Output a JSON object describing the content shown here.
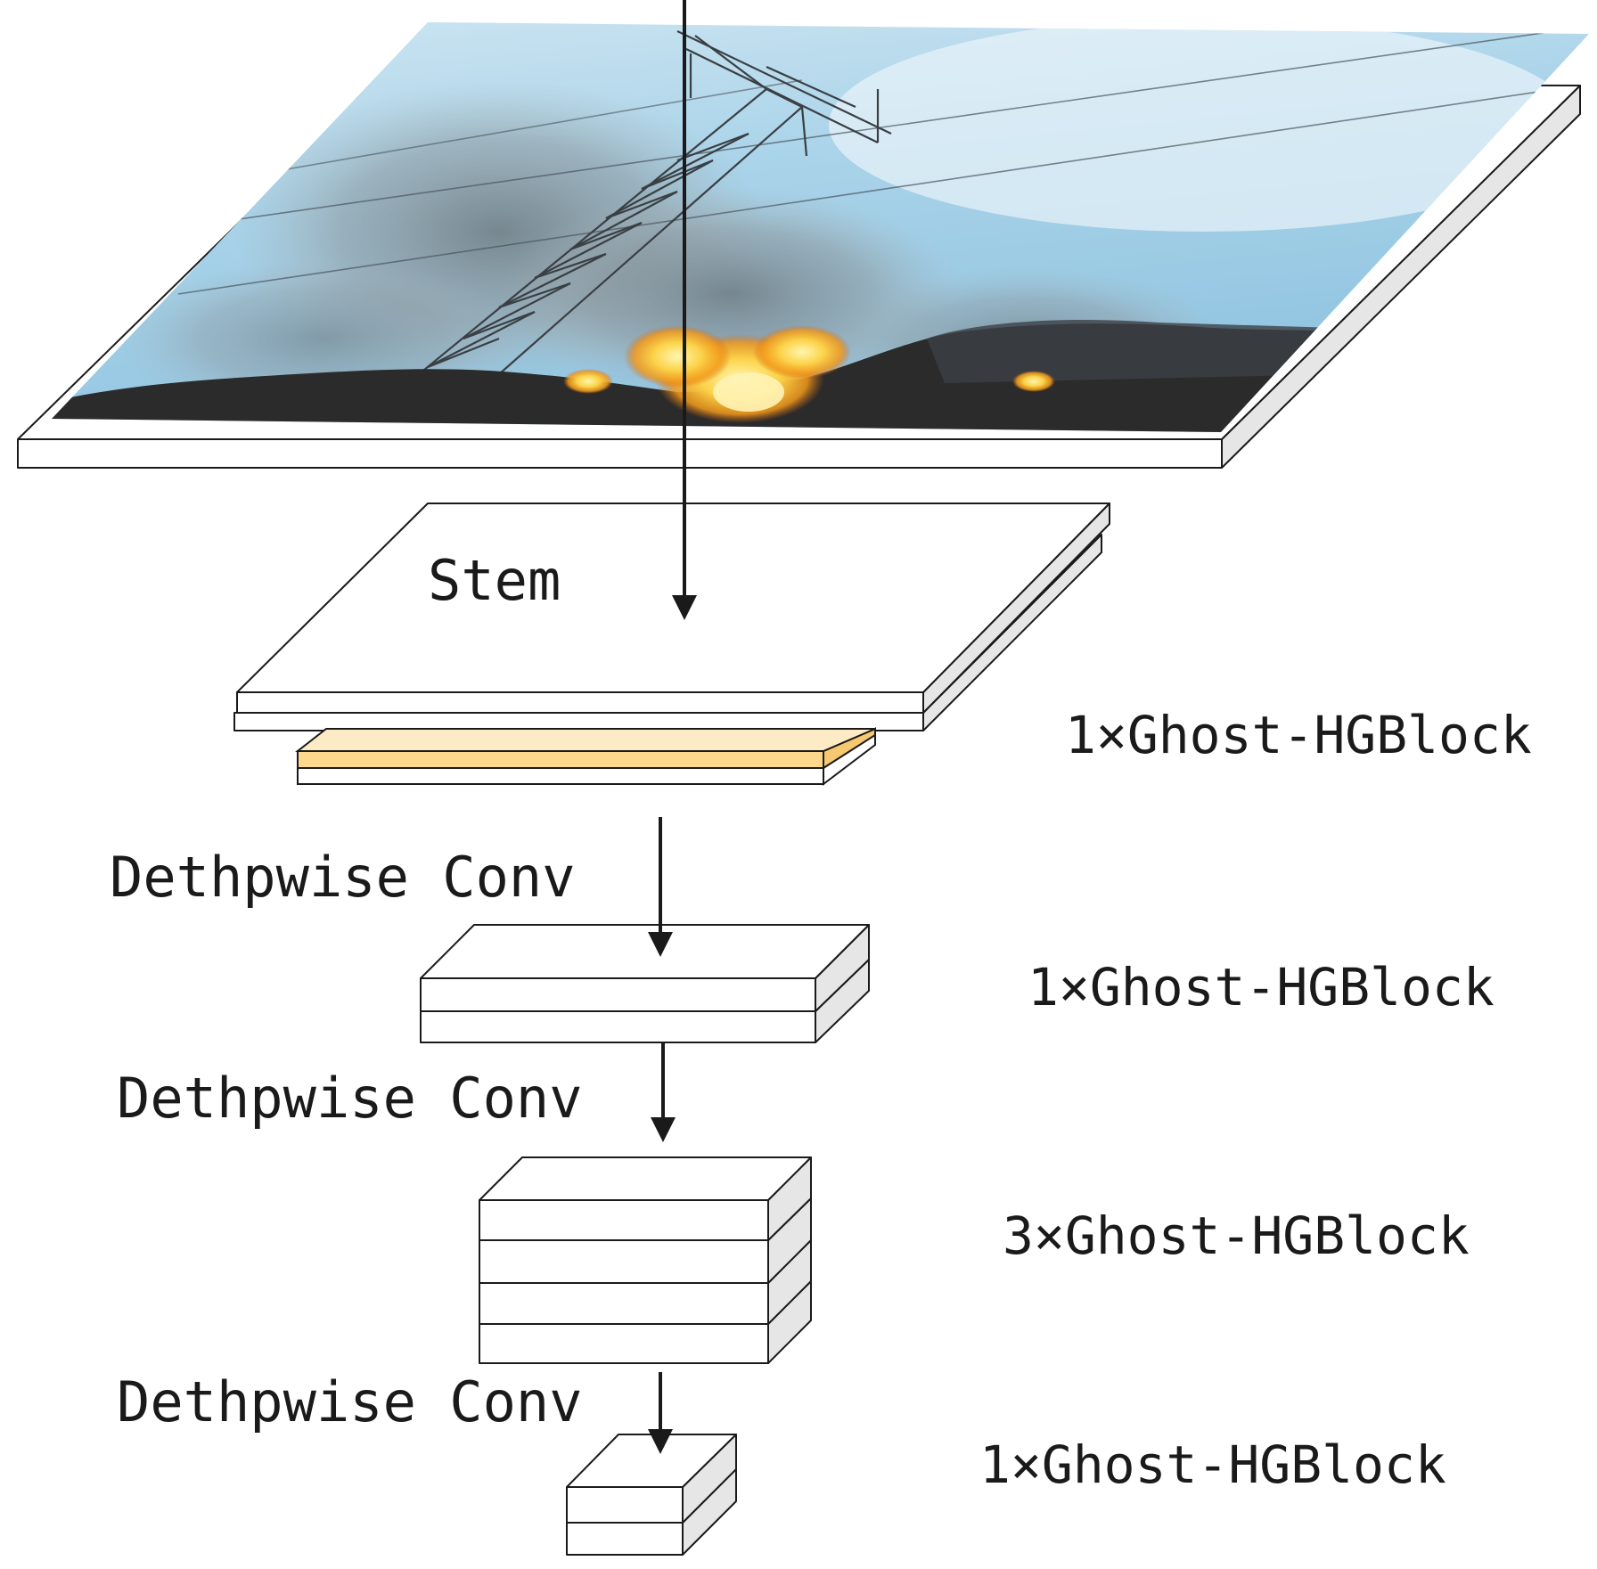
{
  "labels": {
    "stem": "Stem",
    "conv_1": "Dethpwise Conv",
    "conv_2": "Dethpwise Conv",
    "conv_3": "Dethpwise Conv",
    "stage_1": "1×Ghost-HGBlock",
    "stage_2": "1×Ghost-HGBlock",
    "stage_3": "3×Ghost-HGBlock",
    "stage_4": "1×Ghost-HGBlock"
  },
  "colors": {
    "stroke": "#1a1a1a",
    "side_face": "#e6e6e6",
    "stem_feature_top": "#fcebc4",
    "stem_feature_front": "#fcd88c",
    "stem_feature_side": "#f6c870",
    "sky_light": "#e4f1f8",
    "sky_mid": "#9fcde6",
    "smoke": "#8a939a",
    "ground": "#2b2b2b",
    "fire_core": "#fff1a0",
    "fire_outer": "#f7a21c"
  },
  "icons": {
    "input_image": "transmission-tower-fire-photo",
    "flow_arrow": "arrow-down-icon"
  }
}
